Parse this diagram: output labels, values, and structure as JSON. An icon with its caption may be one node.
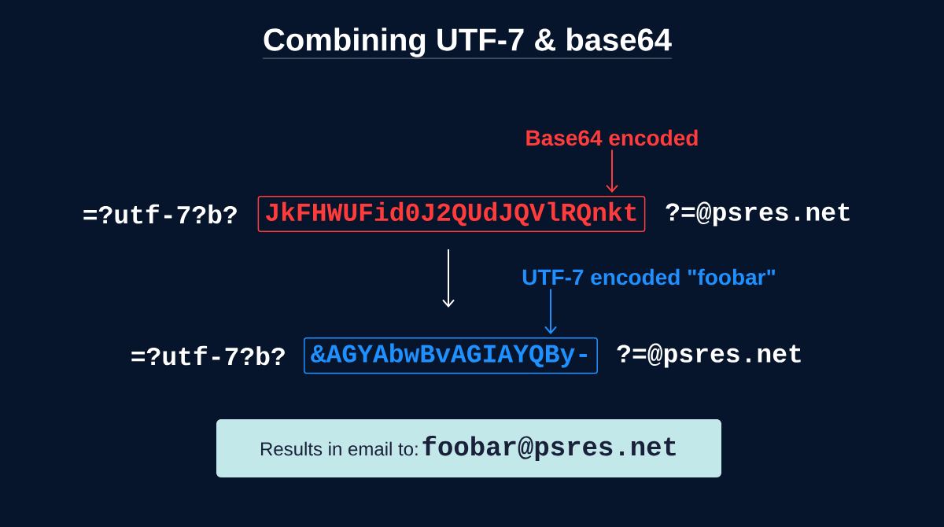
{
  "diagram": {
    "title": "Combining UTF-7 & base64",
    "nodes": [
      {
        "text": [
          "Base64 encoded"
        ]
      },
      {
        "text": [
          "JkFHWUFid0J2QUdJQVlRQnkt"
        ]
      },
      {
        "text": [
          "UTF-7 encoded \"foobar\""
        ]
      },
      {
        "text": [
          "&AGYAbwBvAGIAYQBy-"
        ]
      },
      {
        "text": [
          "Results in email to:",
          "foobar@psres.net"
        ]
      }
    ],
    "edges": [
      {
        "from": 0,
        "to": 1,
        "arrow": "to",
        "color": "#ff3b3b"
      },
      {
        "from": 1,
        "to": 3,
        "arrow": "to",
        "color": "#ffffff"
      },
      {
        "from": 2,
        "to": 3,
        "arrow": "to",
        "color": "#1e90ff"
      }
    ],
    "labels": [
      "=?utf-7?b?",
      "?=@psres.net",
      "=?utf-7?b?",
      "?=@psres.net"
    ]
  }
}
